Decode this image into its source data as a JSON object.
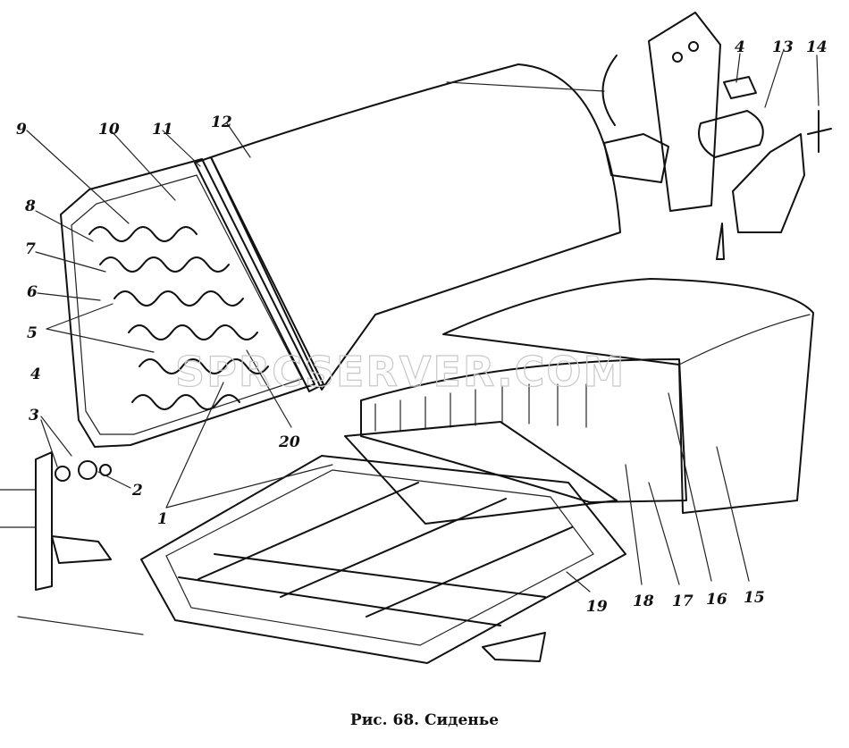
{
  "caption": "Рис. 68. Сиденье",
  "watermark": "SPRCSERVER.COM",
  "callouts": [
    "1",
    "2",
    "3",
    "4",
    "4",
    "5",
    "6",
    "7",
    "8",
    "9",
    "10",
    "11",
    "12",
    "13",
    "14",
    "15",
    "16",
    "17",
    "18",
    "19",
    "20"
  ]
}
